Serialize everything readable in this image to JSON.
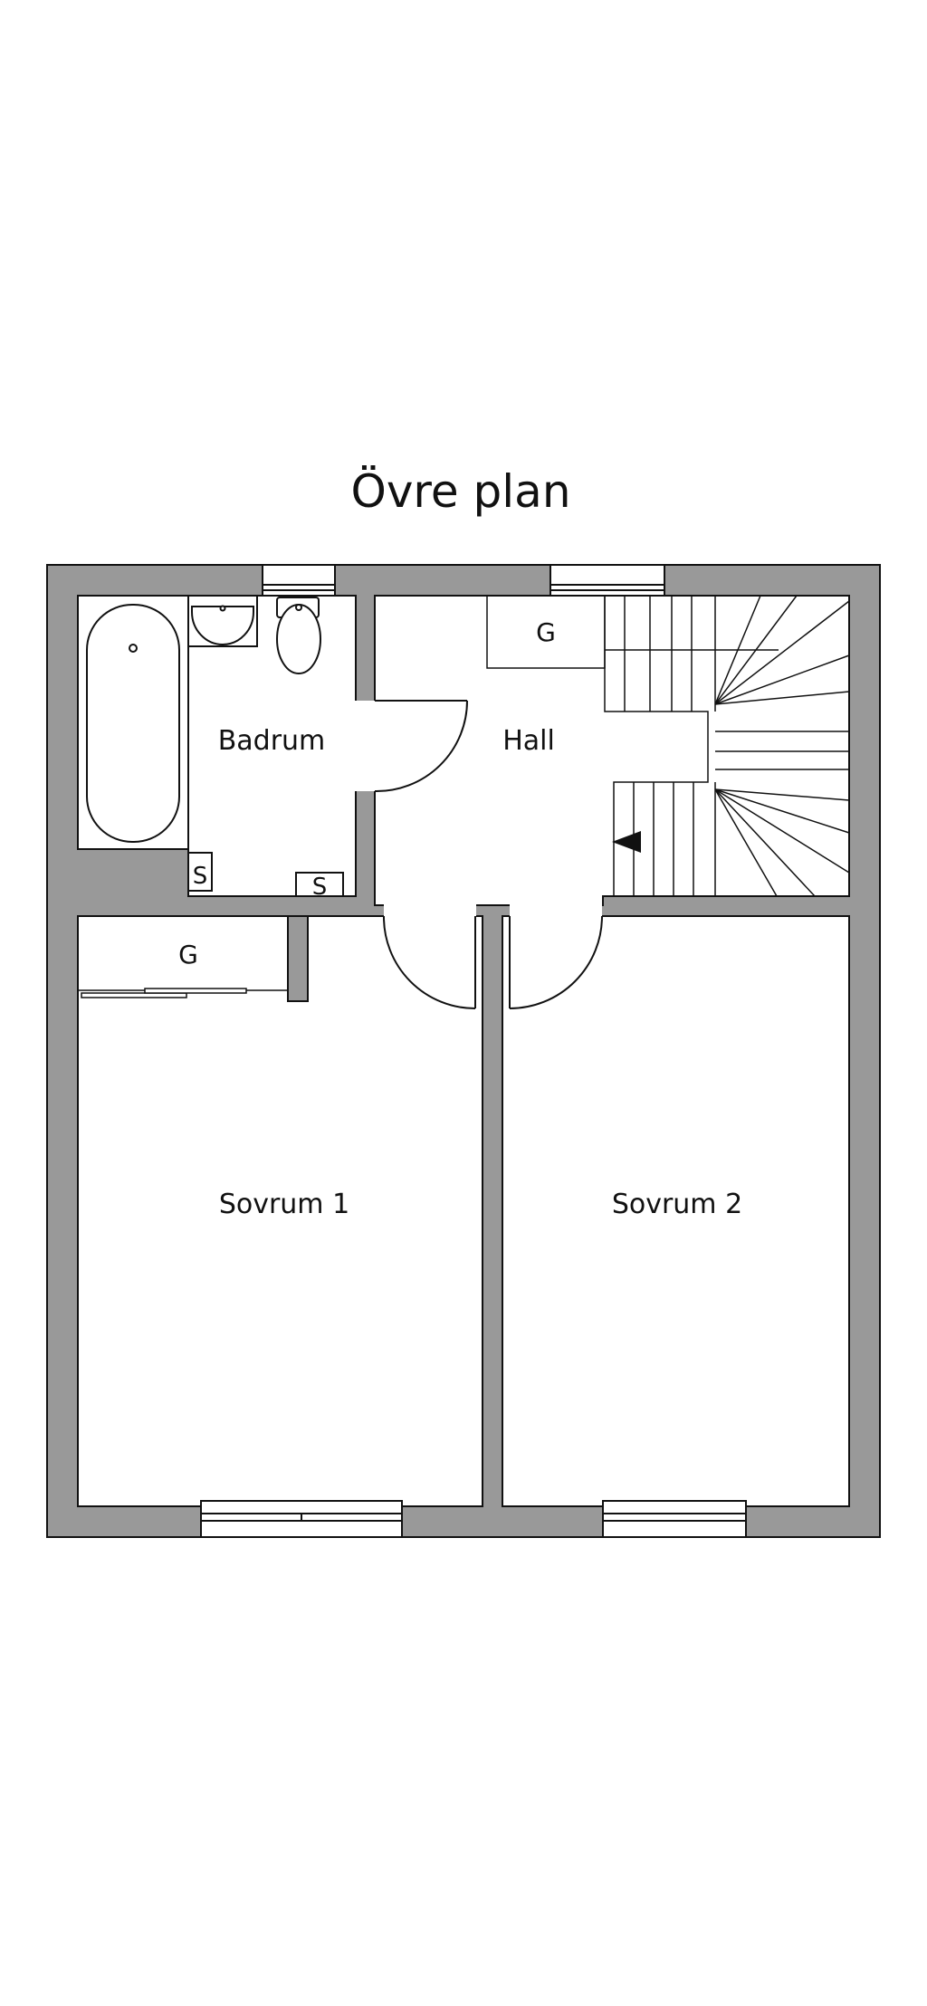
{
  "title": "Övre plan",
  "colors": {
    "wall": "#999999",
    "line": "#111111",
    "floor": "#ffffff",
    "background": "#ffffff"
  },
  "rooms": {
    "badrum": "Badrum",
    "hall": "Hall",
    "sovrum1": "Sovrum 1",
    "sovrum2": "Sovrum 2"
  },
  "markers": {
    "garderob_hall": "G",
    "garderob_sovrum1": "G",
    "skap_1": "S",
    "skap_2": "S"
  }
}
